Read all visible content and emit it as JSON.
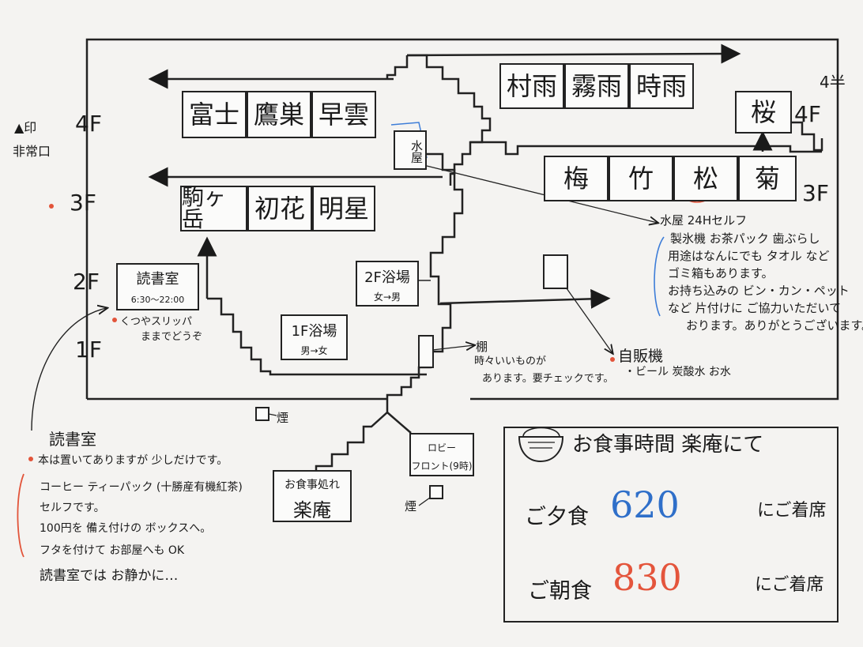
{
  "floors": {
    "f4_left": "4F",
    "f3_left": "3F",
    "f2": "2F",
    "f1": "1F",
    "f4_right": "4F",
    "f3_right": "3F",
    "f4_half": "4半"
  },
  "emergency": {
    "mark": "▲印",
    "label": "非常口"
  },
  "rooms": {
    "fuji": "富士",
    "takanosu": "鷹巣",
    "hayakumo": "早雲",
    "murasame": "村雨",
    "kirisame": "霧雨",
    "shigure": "時雨",
    "sakura": "桜",
    "ume": "梅",
    "take": "竹",
    "matsu": "松",
    "kiku": "菊",
    "komagatake": "駒ヶ岳",
    "hatsuhana": "初花",
    "myojo": "明星"
  },
  "mizuya": {
    "box_label": "水屋",
    "title": "水屋 24Hセルフ",
    "lines": [
      "製氷機 お茶パック 歯ぶらし",
      "用途はなんにでも タオル など",
      "ゴミ箱もあります。",
      "お持ち込みの ビン・カン・ペット",
      "など 片付けに ご協力いただいて",
      "おります。ありがとうございます。"
    ]
  },
  "reading_room": {
    "name": "読書室",
    "hours": "6:30〜22:00",
    "note_line1": "くつやスリッパ",
    "note_line2": "ままでどうぞ"
  },
  "baths": {
    "bath2_name": "2F浴場",
    "bath2_sub": "女→男",
    "bath1_name": "1F浴場",
    "bath1_sub": "男→女"
  },
  "shelf": {
    "title": "棚",
    "line1": "時々いいものが",
    "line2": "あります。要チェックです。"
  },
  "vending": {
    "title": "自販機",
    "sub": "・ビール 炭酸水 お水"
  },
  "smoking": {
    "label1": "煙",
    "label2": "煙"
  },
  "lobby": {
    "line1": "ロビー",
    "line2": "フロント(9時)"
  },
  "dining": {
    "line1": "お食事処れ",
    "line2": "楽庵"
  },
  "reading_notes": {
    "title": "読書室",
    "lines": [
      "本は置いてありますが 少しだけです。",
      "コーヒー ティーパック (十勝産有機紅茶)",
      "セルフです。",
      "100円を 備え付けの ボックスへ。",
      "フタを付けて お部屋へも OK",
      "読書室では お静かに…"
    ]
  },
  "meal": {
    "title": "お食事時間 楽庵にて",
    "dinner_label": "ご夕食",
    "dinner_time": "620",
    "dinner_suffix": "にご着席",
    "breakfast_label": "ご朝食",
    "breakfast_time": "830",
    "breakfast_suffix": "にご着席",
    "colors": {
      "dinner": "#2f6fc9",
      "breakfast": "#e4553c"
    }
  }
}
